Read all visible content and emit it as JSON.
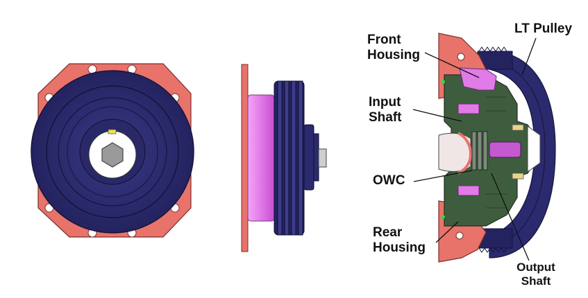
{
  "labels": {
    "front_housing": [
      "Front",
      "Housing"
    ],
    "input_shaft": [
      "Input",
      "Shaft"
    ],
    "owc": [
      "OWC"
    ],
    "rear_housing": [
      "Rear",
      "Housing"
    ],
    "lt_pulley": [
      "LT Pulley"
    ],
    "output_shaft": [
      "Output",
      "Shaft"
    ]
  },
  "colors": {
    "housing": "#e8736b",
    "pulley": "#2b2a6e",
    "pulley_dark": "#1c1b52",
    "shaft_pink": "#e07be8",
    "section_green": "#3e5d3e",
    "hub_white": "#ffffff",
    "hex_gray": "#9a9a9a"
  },
  "icons": {
    "front_view": "pulley-front-view",
    "side_view": "pulley-side-view",
    "section_view": "pulley-cross-section"
  }
}
